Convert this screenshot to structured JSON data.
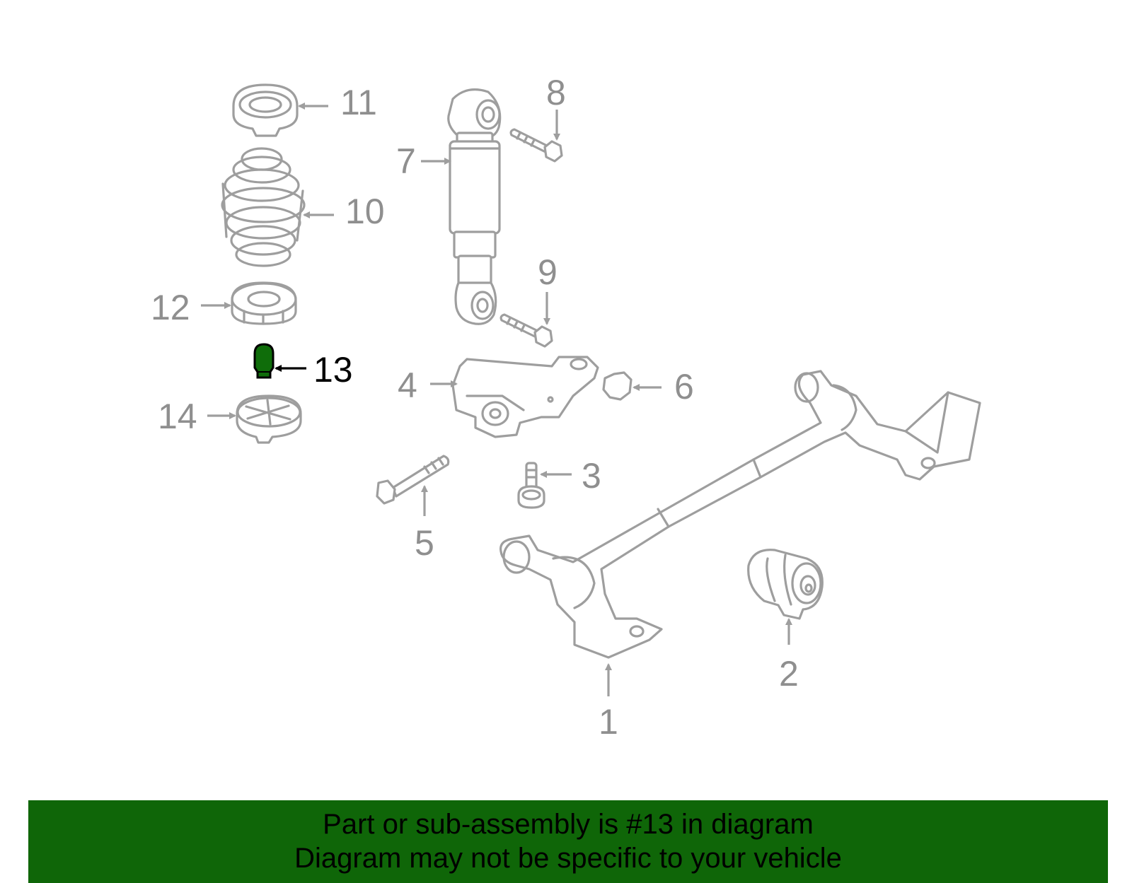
{
  "callouts": {
    "c1": "1",
    "c2": "2",
    "c3": "3",
    "c4": "4",
    "c5": "5",
    "c6": "6",
    "c7": "7",
    "c8": "8",
    "c9": "9",
    "c10": "10",
    "c11": "11",
    "c12": "12",
    "c13": "13",
    "c14": "14"
  },
  "highlight": {
    "part": "13",
    "color": "#0f6608"
  },
  "banner": {
    "line1": "Part or sub-assembly is #13 in diagram",
    "line2": "Diagram may not be specific to your vehicle"
  }
}
